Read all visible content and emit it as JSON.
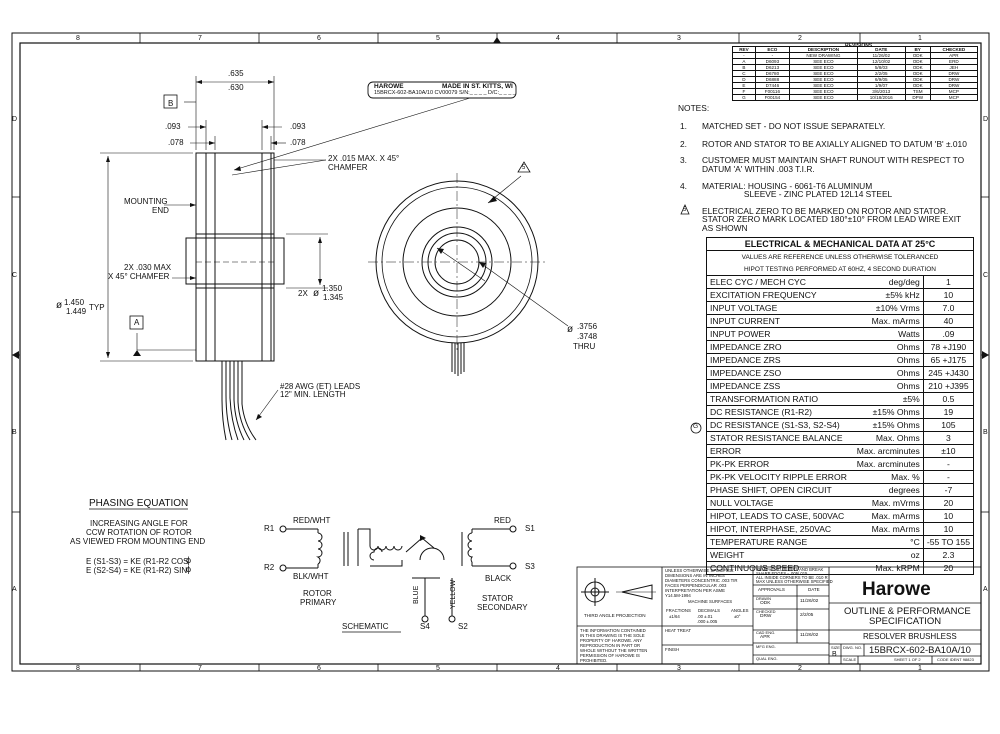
{
  "border_numbers_top": [
    "8",
    "7",
    "6",
    "5",
    "4",
    "3",
    "2",
    "1"
  ],
  "border_numbers_bottom": [
    "8",
    "7",
    "6",
    "5",
    "4",
    "3",
    "2",
    "1"
  ],
  "border_letters_left": [
    "D",
    "C",
    "B",
    "A"
  ],
  "border_letters_right": [
    "D",
    "C",
    "B",
    "A"
  ],
  "revisions": {
    "title": "REVISIONS",
    "headers": [
      "REV",
      "ECO",
      "DESCRIPTION",
      "DATE",
      "BY",
      "CHECKED"
    ],
    "rows": [
      [
        "-",
        "-",
        "NEW DRAWING",
        "11/26/02",
        "ODK",
        "APR"
      ],
      [
        "A",
        "D6093",
        "SEE ECO",
        "12/10/02",
        "ODK",
        "ERD"
      ],
      [
        "B",
        "D6213",
        "SEE ECO",
        "5/8/03",
        "ODK",
        "JEH"
      ],
      [
        "C",
        "D6780",
        "SEE ECO",
        "2/2/05",
        "ODK",
        "DRW"
      ],
      [
        "D",
        "D6888",
        "SEE ECO",
        "6/9/05",
        "ODK",
        "DRW"
      ],
      [
        "E",
        "D7446",
        "SEE ECO",
        "1/9/07",
        "ODK",
        "DRW"
      ],
      [
        "F",
        "F00116",
        "SEE ECO",
        "3/6/2013",
        "TSM",
        "MCP"
      ],
      [
        "G",
        "F00154",
        "SEE ECO",
        "10/18/2016",
        "DPW",
        "MCP"
      ]
    ]
  },
  "notes": {
    "title": "NOTES:",
    "items": [
      {
        "num": "1.",
        "lines": [
          "MATCHED SET - DO NOT ISSUE SEPARATELY."
        ]
      },
      {
        "num": "2.",
        "lines": [
          "ROTOR AND STATOR TO BE AXIALLY ALIGNED TO DATUM 'B' ±.010"
        ]
      },
      {
        "num": "3.",
        "lines": [
          "CUSTOMER MUST MAINTAIN SHAFT RUNOUT WITH RESPECT TO",
          "DATUM 'A' WITHIN .003 T.I.R."
        ]
      },
      {
        "num": "4.",
        "lines": [
          "MATERIAL:  HOUSING - 6061-T6 ALUMINUM",
          "                  SLEEVE - ZINC PLATED 12L14 STEEL"
        ]
      },
      {
        "num": "5",
        "lines": [
          "ELECTRICAL ZERO TO BE MARKED ON ROTOR AND STATOR.",
          "STATOR ZERO MARK LOCATED 180°±10° FROM LEAD WIRE EXIT",
          "AS SHOWN"
        ]
      }
    ]
  },
  "edata": {
    "title": "ELECTRICAL & MECHANICAL DATA AT 25°C",
    "sub1": "VALUES ARE REFERENCE UNLESS OTHERWISE TOLERANCED",
    "sub2": "HIPOT TESTING PERFORMED AT 60HZ, 4 SECOND DURATION",
    "rows": [
      [
        "ELEC CYC / MECH CYC",
        "deg/deg",
        "1"
      ],
      [
        "EXCITATION FREQUENCY",
        "±5% kHz",
        "10"
      ],
      [
        "INPUT VOLTAGE",
        "±10% Vrms",
        "7.0"
      ],
      [
        "INPUT CURRENT",
        "Max. mArms",
        "40"
      ],
      [
        "INPUT POWER",
        "Watts",
        ".09"
      ],
      [
        "IMPEDANCE ZRO",
        "Ohms",
        "78 +J190"
      ],
      [
        "IMPEDANCE ZRS",
        "Ohms",
        "65 +J175"
      ],
      [
        "IMPEDANCE ZSO",
        "Ohms",
        "245 +J430"
      ],
      [
        "IMPEDANCE ZSS",
        "Ohms",
        "210 +J395"
      ],
      [
        "TRANSFORMATION RATIO",
        "±5%",
        "0.5"
      ],
      [
        "DC RESISTANCE (R1-R2)",
        "±15% Ohms",
        "19"
      ],
      [
        "DC RESISTANCE (S1-S3, S2-S4)",
        "±15% Ohms",
        "105"
      ],
      [
        "STATOR RESISTANCE BALANCE",
        "Max. Ohms",
        "3"
      ],
      [
        "ERROR",
        "Max. arcminutes",
        "±10"
      ],
      [
        "PK-PK ERROR",
        "Max. arcminutes",
        "-"
      ],
      [
        "PK-PK VELOCITY RIPPLE ERROR",
        "Max. %",
        "-"
      ],
      [
        "PHASE SHIFT, OPEN CIRCUIT",
        "degrees",
        "-7"
      ],
      [
        "NULL VOLTAGE",
        "Max. mVrms",
        "20"
      ],
      [
        "HIPOT, LEADS TO CASE, 500VAC",
        "Max. mArms",
        "10"
      ],
      [
        "HIPOT, INTERPHASE, 250VAC",
        "Max. mArms",
        "10"
      ],
      [
        "TEMPERATURE RANGE",
        "°C",
        "-55 TO 155"
      ],
      [
        "WEIGHT",
        "oz",
        "2.3"
      ],
      [
        "CONTINUOUS SPEED",
        "Max. kRPM",
        "20"
      ]
    ]
  },
  "drawing": {
    "label_plate_line1_left": "HAROWE",
    "label_plate_line1_right": "MADE IN ST. KITTS, WI",
    "label_plate_line2": "15BRCX-602-BA10A/10   CV00079  S/N:_ _ _ _  D/C:_ _ _ _",
    "dim_635": ".635",
    "dim_630": ".630",
    "dim_093_l": ".093",
    "dim_078_l": ".078",
    "dim_093_r": ".093",
    "dim_078_r": ".078",
    "chamfer_015": "2X .015 MAX. X 45°",
    "chamfer_word": "CHAMFER",
    "mounting_end_1": "MOUNTING",
    "mounting_end_2": "END",
    "chamfer_030_1": "2X .030 MAX",
    "chamfer_030_2": "X 45° CHAMFER",
    "dia_1450": "1.450",
    "dia_1449": "1.449",
    "dia_typ": "TYP",
    "dia_prefix": "2X",
    "dia_1350": "1.350",
    "dia_1345": "1.345",
    "datum_a": "A",
    "datum_b": "B",
    "leads_1": "#28 AWG (ET) LEADS",
    "leads_2": "12\" MIN. LENGTH",
    "bore_3756": ".3756",
    "bore_3748": ".3748",
    "bore_thru": "THRU",
    "flag_5": "5",
    "flag_g": "G"
  },
  "phasing": {
    "title": "PHASING EQUATION",
    "l1": "INCREASING ANGLE FOR",
    "l2": "CCW ROTATION OF ROTOR",
    "l3": "AS VIEWED FROM MOUNTING END",
    "eq1": "E (S1-S3) = KE (R1-R2 COS",
    "eq2": "E (S2-S4) = KE (R1-R2) SIN"
  },
  "schematic": {
    "r1": "R1",
    "r2": "R2",
    "red_wht": "RED/WHT",
    "blk_wht": "BLK/WHT",
    "rotor1": "ROTOR",
    "rotor2": "PRIMARY",
    "red": "RED",
    "black": "BLACK",
    "s1": "S1",
    "s3": "S3",
    "s2": "S2",
    "s4": "S4",
    "blue": "BLUE",
    "yellow": "YELLOW",
    "stator1": "STATOR",
    "stator2": "SECONDARY",
    "title": "SCHEMATIC"
  },
  "titleblock": {
    "projection": "THIRD ANGLE PROJECTION",
    "tol_text": [
      "UNLESS OTHERWISE SPECIFIED:",
      "DIMENSIONS ARE IN INCHES",
      "DIAMETERS CONCENTRIC .003 TIR",
      "FACES PERPENDICULAR .003",
      "INTERPRETATION PER ASME",
      "Y14.5M-1994"
    ],
    "machine_surfaces": "MACHINE SURFACES",
    "fractions": "FRACTIONS",
    "decimals": "DECIMALS",
    "angles": "ANGLES",
    "frac_val": "±1/64",
    "dec_val1": ".00  ±.01",
    "dec_val2": ".000  ±.005",
    "ang_val": "±0°",
    "break_text": [
      "REMOVE ALL BURRS AND BREAK",
      "SHARP EDGES - .005/.015",
      "ALL INSIDE CORNERS TO BE .010 R",
      "MAX UNLESS OTHERWISE SPECIFIED"
    ],
    "approvals": "APPROVALS",
    "date_hdr": "DATE",
    "drawn": "DRAWN",
    "drawn_by": "ODK",
    "drawn_date": "11/26/02",
    "checked": "CHECKED",
    "checked_by": "DRW",
    "checked_date": "2/2/05",
    "cad_eng": "CAD ENG.",
    "cad_by": "APR",
    "cad_date": "11/26/02",
    "mfg_eng": "MFG ENG.",
    "qual_eng": "QUAL ENG.",
    "heat_treat": "HEAT TREAT",
    "finish": "FINISH",
    "prop_text": [
      "THE INFORMATION CONTAINED",
      "IN THIS DRAWING IS THE SOLE",
      "PROPERTY OF HAROWE. ANY",
      "REPRODUCTION IN PART OR",
      "WHOLE WITHOUT THE WRITTEN",
      "PERMISSION OF HAROWE IS",
      "PROHIBITED."
    ],
    "company": "Harowe",
    "title1": "OUTLINE & PERFORMANCE",
    "title2": "SPECIFICATION",
    "desc": "RESOLVER BRUSHLESS",
    "size_lbl": "SIZE",
    "size": "B",
    "dwg_no_lbl": "DWG. NO.",
    "dwg_no": "15BRCX-602-BA10A/10",
    "scale": "SCALE",
    "sheet": "SHEET 1 OF 2",
    "code": "CODE IDENT 98823",
    "rev_lbl": "REV"
  }
}
